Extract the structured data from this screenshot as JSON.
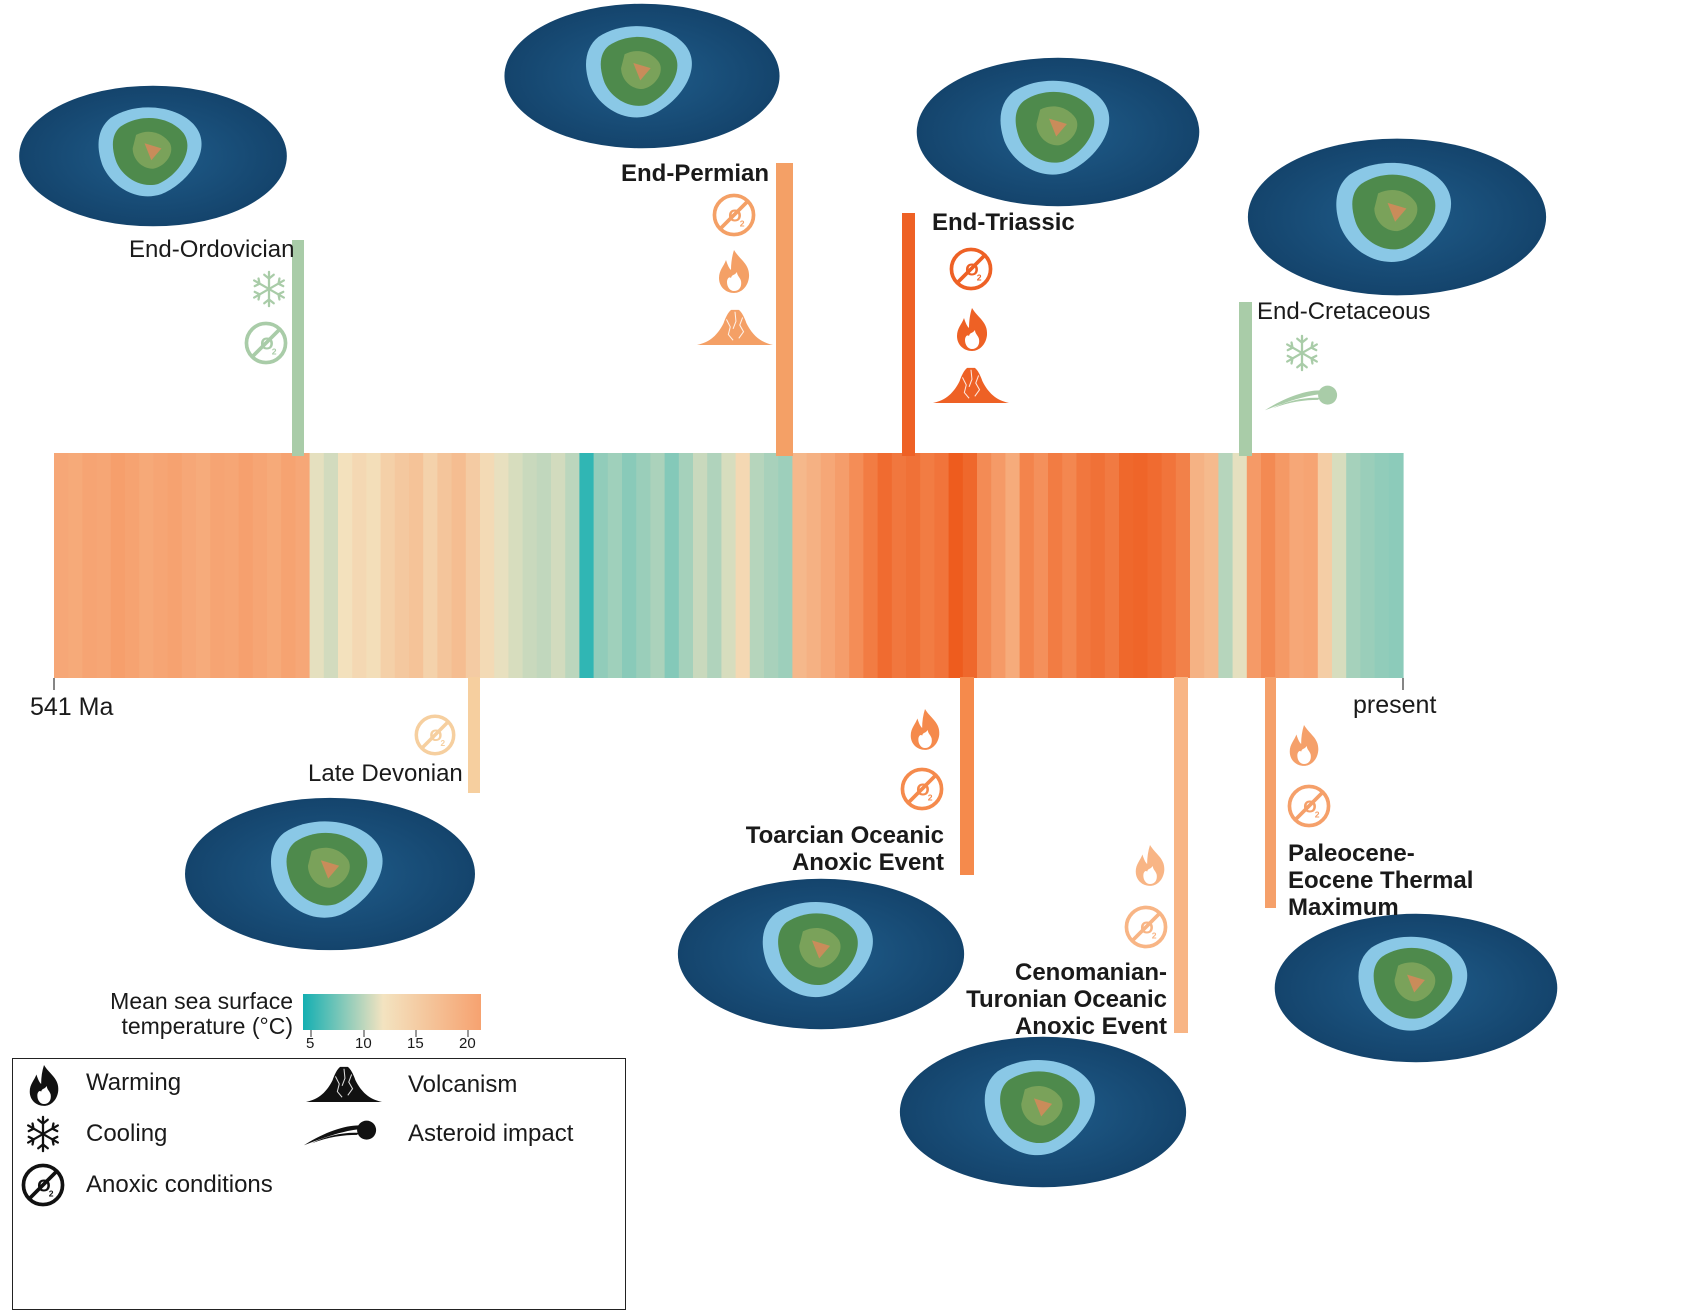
{
  "timeline": {
    "start_label": "541 Ma",
    "end_label": "present",
    "stripe_temperatures_c": [
      18.5,
      18.3,
      18.8,
      18.6,
      19.2,
      18.9,
      18.4,
      18.7,
      19.0,
      18.5,
      18.2,
      18.8,
      18.6,
      19.1,
      18.7,
      18.3,
      18.9,
      18.5,
      12.5,
      11.8,
      13.2,
      14.0,
      13.5,
      14.8,
      15.5,
      16.0,
      14.6,
      15.8,
      16.5,
      15.2,
      13.8,
      12.6,
      12.0,
      11.5,
      11.2,
      11.8,
      11.0,
      6.0,
      9.5,
      10.0,
      9.2,
      9.8,
      10.4,
      9.0,
      10.2,
      11.5,
      10.6,
      12.0,
      14.0,
      10.8,
      10.3,
      9.9,
      17.0,
      17.6,
      18.5,
      19.3,
      20.4,
      21.5,
      22.6,
      21.8,
      22.2,
      21.5,
      22.0,
      23.6,
      22.8,
      20.5,
      19.5,
      18.2,
      21.0,
      20.2,
      21.5,
      20.8,
      21.8,
      22.2,
      21.6,
      22.8,
      23.0,
      22.6,
      22.0,
      21.2,
      17.5,
      16.8,
      10.8,
      12.5,
      19.5,
      20.6,
      19.6,
      18.5,
      18.8,
      15.0,
      12.0,
      10.2,
      9.8,
      9.5,
      9.3
    ]
  },
  "events": {
    "end_ordovician": {
      "label": "End-Ordovician",
      "causes": [
        "cooling-icon",
        "anoxia-icon"
      ],
      "color": "#a9cca8"
    },
    "late_devonian": {
      "label": "Late Devonian",
      "causes": [
        "anoxia-icon"
      ],
      "color": "#f6cf9f"
    },
    "end_permian": {
      "label": "End-Permian",
      "causes": [
        "anoxia-icon",
        "warming-icon",
        "volcanism-icon"
      ],
      "color": "#f4a066"
    },
    "end_triassic": {
      "label": "End-Triassic",
      "causes": [
        "anoxia-icon",
        "warming-icon",
        "volcanism-icon"
      ],
      "color": "#ee6125"
    },
    "toarcian": {
      "label_line1": "Toarcian Oceanic",
      "label_line2": "Anoxic Event",
      "causes": [
        "warming-icon",
        "anoxia-icon"
      ],
      "color": "#f58a4c"
    },
    "cenomanian_turonian": {
      "label_line1": "Cenomanian-",
      "label_line2": "Turonian Oceanic",
      "label_line3": "Anoxic Event",
      "causes": [
        "warming-icon",
        "anoxia-icon"
      ],
      "color": "#f8b585"
    },
    "end_cretaceous": {
      "label": "End-Cretaceous",
      "causes": [
        "cooling-icon",
        "asteroid-icon"
      ],
      "color": "#a9cca8"
    },
    "petm": {
      "label_line1": "Paleocene-",
      "label_line2": "Eocene Thermal",
      "label_line3": "Maximum",
      "causes": [
        "warming-icon",
        "anoxia-icon"
      ],
      "color": "#f5a06a"
    }
  },
  "legend": {
    "colorbar_title_line1": "Mean sea surface",
    "colorbar_title_line2": "temperature (°C)",
    "ticks": [
      "5",
      "10",
      "15",
      "20"
    ],
    "colors": {
      "cold": "#14afb2",
      "mid": "#f3e3c0",
      "warm": "#f6a270"
    },
    "items": {
      "warming": "Warming",
      "cooling": "Cooling",
      "anoxic": "Anoxic conditions",
      "volcanism": "Volcanism",
      "asteroid": "Asteroid impact"
    }
  }
}
